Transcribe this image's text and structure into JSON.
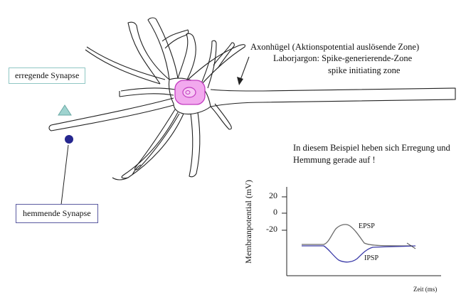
{
  "labels": {
    "excitatory_synapse": "erregende Synapse",
    "inhibitory_synapse": "hemmende Synapse",
    "axon_hillock_line1": "Axonhügel (Aktionspotential auslösende Zone)",
    "axon_hillock_line2": "Laborjargon: Spike-generierende-Zone",
    "axon_hillock_line3": "spike initiating zone",
    "note_line1": "In diesem Beispiel heben sich Erregung und",
    "note_line2": "Hemmung gerade auf !"
  },
  "graph": {
    "ylabel": "Membranpotential (mV)",
    "xlabel": "Zeit (ms)",
    "yticks": [
      "20",
      "0",
      "-20"
    ],
    "epsp_label": "EPSP",
    "ipsp_label": "IPSP"
  },
  "colors": {
    "soma_fill": "#f2a9ee",
    "soma_stroke": "#c23cc0",
    "excitatory": "#9fd3cf",
    "inhibitory": "#26278f",
    "epsp_trace": "#6a6a6a",
    "ipsp_trace": "#3a3aa8"
  }
}
